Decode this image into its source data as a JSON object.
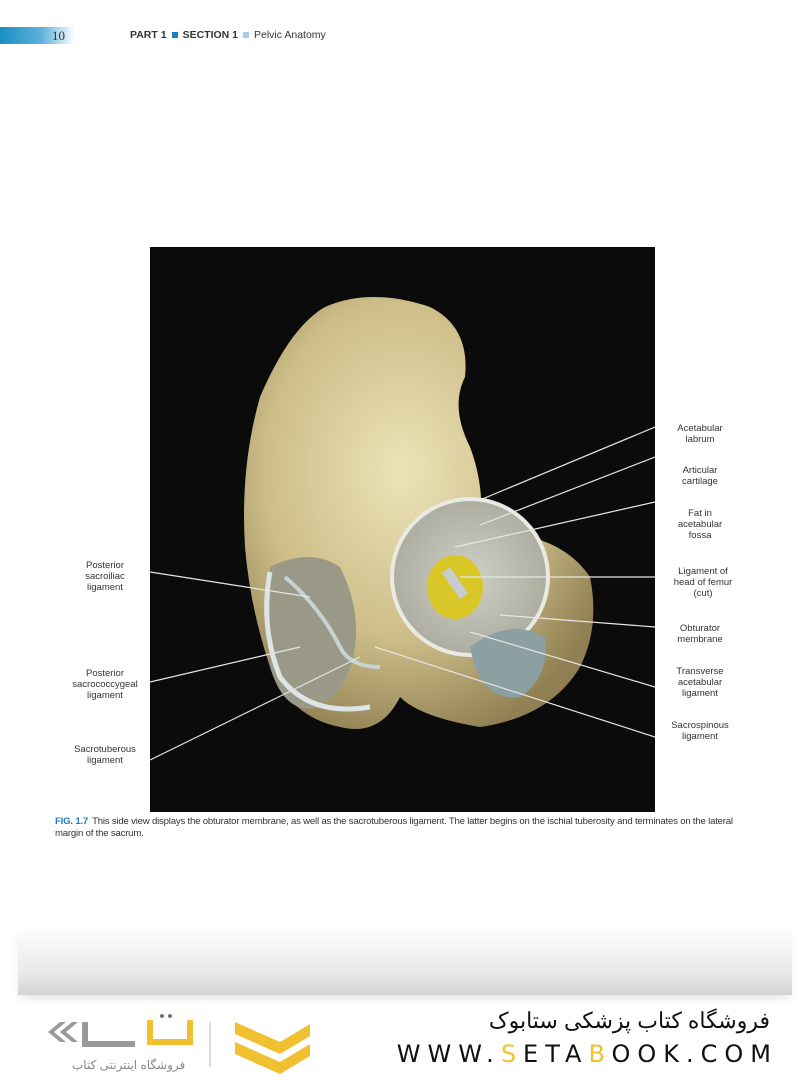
{
  "header": {
    "page_number": "10",
    "part": "PART 1",
    "section": "SECTION 1",
    "topic": "Pelvic Anatomy",
    "accent_color": "#1b7fc0"
  },
  "figure": {
    "description": "Side view of hip bone with obturator membrane and sacrotuberous ligament",
    "labels_right": [
      {
        "text": "Acetabular labrum",
        "lines": [
          "Acetabular",
          "labrum"
        ]
      },
      {
        "text": "Articular cartilage",
        "lines": [
          "Articular",
          "cartilage"
        ]
      },
      {
        "text": "Fat in acetabular fossa",
        "lines": [
          "Fat in",
          "acetabular",
          "fossa"
        ]
      },
      {
        "text": "Ligament of head of femur (cut)",
        "lines": [
          "Ligament of",
          "head of femur",
          "(cut)"
        ]
      },
      {
        "text": "Obturator membrane",
        "lines": [
          "Obturator",
          "membrane"
        ]
      },
      {
        "text": "Transverse acetabular ligament",
        "lines": [
          "Transverse",
          "acetabular",
          "ligament"
        ]
      },
      {
        "text": "Sacrospinous ligament",
        "lines": [
          "Sacrospinous",
          "ligament"
        ]
      }
    ],
    "labels_left": [
      {
        "text": "Posterior sacroiliac ligament",
        "lines": [
          "Posterior",
          "sacroiliac",
          "ligament"
        ]
      },
      {
        "text": "Posterior sacrococcygeal ligament",
        "lines": [
          "Posterior",
          "sacrococcygeal",
          "ligament"
        ]
      },
      {
        "text": "Sacrotuberous ligament",
        "lines": [
          "Sacrotuberous",
          "ligament"
        ]
      }
    ]
  },
  "caption": {
    "figure_id": "FIG. 1.7",
    "text": "This side view displays the obturator membrane, as well as the sacrotuberous ligament. The latter begins on the ischial tuberosity and terminates on the lateral margin of the sacrum."
  },
  "footer": {
    "store_name_fa": "فروشگاه کتاب پزشکی ستابوک",
    "url_parts": [
      "WWW.",
      "S",
      "ETA",
      "B",
      "OOK.COM"
    ],
    "logo_subtitle_fa": "فروشگاه اینترنتی کتاب",
    "logo_color": "#f0c030"
  }
}
